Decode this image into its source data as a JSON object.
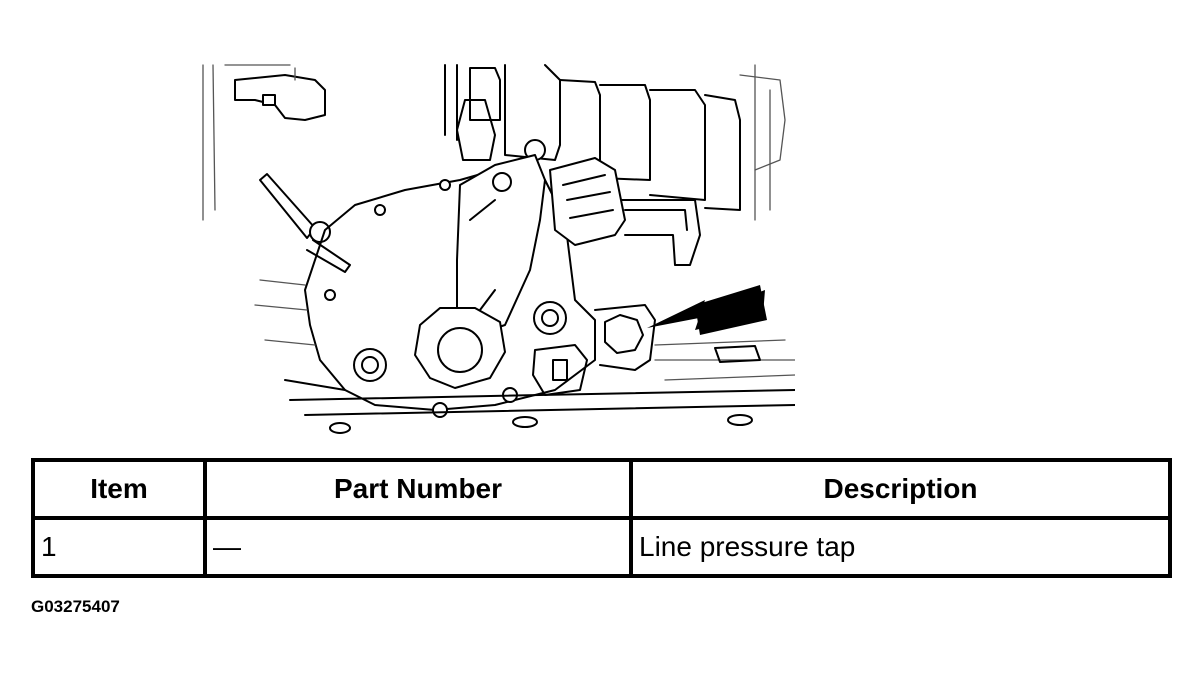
{
  "illustration": {
    "subject": "transmission-range-sensor-area",
    "callout": "arrow-pointing-to-line-pressure-tap"
  },
  "table": {
    "headers": [
      "Item",
      "Part Number",
      "Description"
    ],
    "rows": [
      [
        "1",
        "—",
        "Line pressure tap"
      ]
    ]
  },
  "figure_id": "G03275407"
}
